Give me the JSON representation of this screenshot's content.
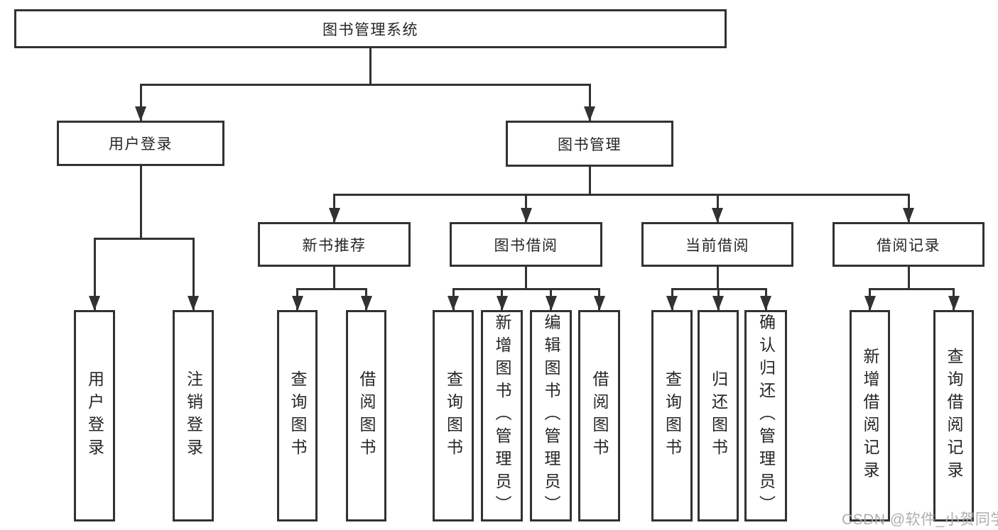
{
  "page": {
    "background_color": "#ffffff",
    "line_color": "#323232",
    "text_color": "#262626"
  },
  "diagram": {
    "type": "hierarchy-tree",
    "title": "图书管理系统",
    "nodes": [
      {
        "id": "root",
        "label": "图书管理系统",
        "orient": "h",
        "level": 1
      },
      {
        "id": "login",
        "label": "用户登录",
        "orient": "h",
        "level": 2
      },
      {
        "id": "mgmt",
        "label": "图书管理",
        "orient": "h",
        "level": 2
      },
      {
        "id": "login_user",
        "label": "用户登录",
        "orient": "v",
        "level": 3
      },
      {
        "id": "login_logout",
        "label": "注销登录",
        "orient": "v",
        "level": 3
      },
      {
        "id": "newbook",
        "label": "新书推荐",
        "orient": "h",
        "level": 3
      },
      {
        "id": "borrow",
        "label": "图书借阅",
        "orient": "h",
        "level": 3
      },
      {
        "id": "current",
        "label": "当前借阅",
        "orient": "h",
        "level": 3
      },
      {
        "id": "record",
        "label": "借阅记录",
        "orient": "h",
        "level": 3
      },
      {
        "id": "newbook_query",
        "label": "查询图书",
        "orient": "v",
        "level": 4
      },
      {
        "id": "newbook_borrow",
        "label": "借阅图书",
        "orient": "v",
        "level": 4
      },
      {
        "id": "borrow_query",
        "label": "查询图书",
        "orient": "v",
        "level": 4
      },
      {
        "id": "borrow_add",
        "label": "新增图书（管理员）",
        "orient": "v",
        "level": 4
      },
      {
        "id": "borrow_edit",
        "label": "编辑图书（管理员）",
        "orient": "v",
        "level": 4
      },
      {
        "id": "borrow_borrow",
        "label": "借阅图书",
        "orient": "v",
        "level": 4
      },
      {
        "id": "current_query",
        "label": "查询图书",
        "orient": "v",
        "level": 4
      },
      {
        "id": "current_return",
        "label": "归还图书",
        "orient": "v",
        "level": 4
      },
      {
        "id": "current_confirm",
        "label": "确认归还（管理员）",
        "orient": "v",
        "level": 4
      },
      {
        "id": "record_add",
        "label": "新增借阅记录",
        "orient": "v",
        "level": 4
      },
      {
        "id": "record_query",
        "label": "查询借阅记录",
        "orient": "v",
        "level": 4
      }
    ],
    "edges": [
      {
        "from": "root",
        "to": [
          "login",
          "mgmt"
        ]
      },
      {
        "from": "login",
        "to": [
          "login_user",
          "login_logout"
        ]
      },
      {
        "from": "mgmt",
        "to": [
          "newbook",
          "borrow",
          "current",
          "record"
        ]
      },
      {
        "from": "newbook",
        "to": [
          "newbook_query",
          "newbook_borrow"
        ]
      },
      {
        "from": "borrow",
        "to": [
          "borrow_query",
          "borrow_add",
          "borrow_edit",
          "borrow_borrow"
        ]
      },
      {
        "from": "current",
        "to": [
          "current_query",
          "current_return",
          "current_confirm"
        ]
      },
      {
        "from": "record",
        "to": [
          "record_add",
          "record_query"
        ]
      }
    ]
  },
  "watermark": {
    "text": "CSDN @软件_小贺同学"
  }
}
